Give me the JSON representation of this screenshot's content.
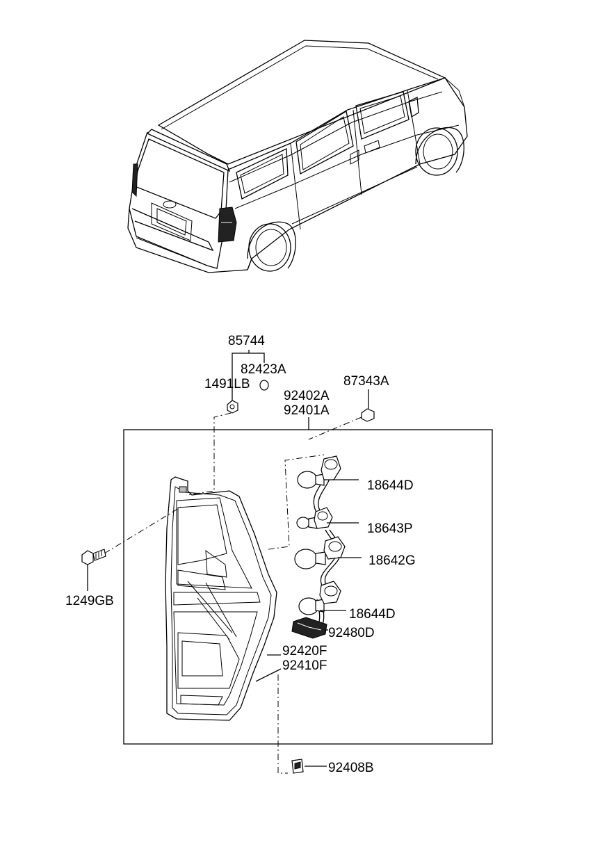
{
  "labels": {
    "p85744": "85744",
    "p82423A": "82423A",
    "p1491LB": "1491LB",
    "p87343A": "87343A",
    "p92402A": "92402A",
    "p92401A": "92401A",
    "p18644D_top": "18644D",
    "p18643P": "18643P",
    "p18642G": "18642G",
    "p18644D_bottom": "18644D",
    "p92480D": "92480D",
    "p92420F": "92420F",
    "p92410F": "92410F",
    "p1249GB": "1249GB",
    "p92408B": "92408B"
  }
}
